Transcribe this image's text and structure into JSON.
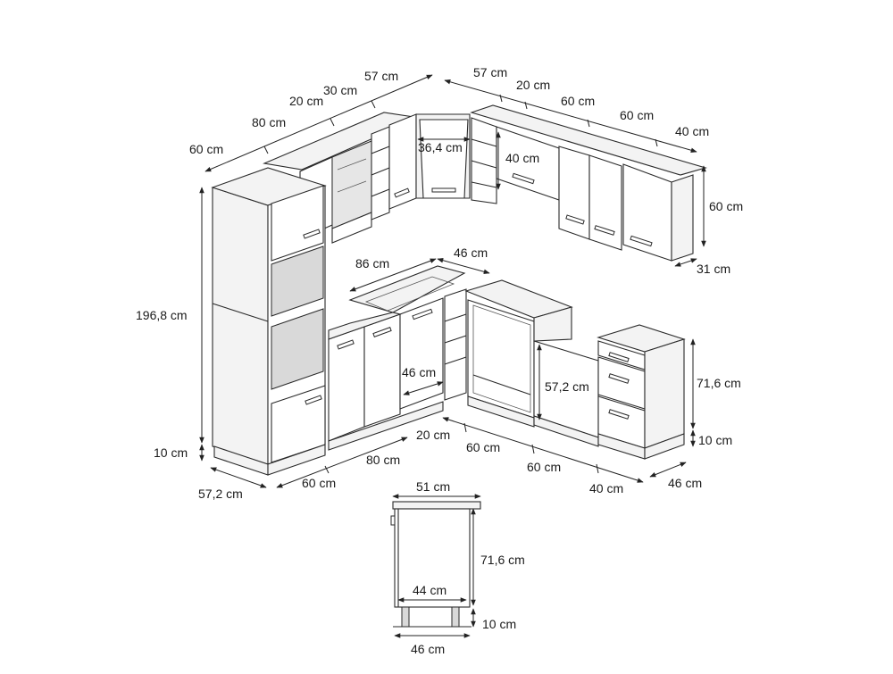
{
  "labels": {
    "upper_left_60": "60 cm",
    "upper_80": "80 cm",
    "upper_20": "20 cm",
    "upper_30": "30 cm",
    "upper_57_left": "57 cm",
    "upper_57_right": "57 cm",
    "upper_20_right": "20 cm",
    "upper_60_a": "60 cm",
    "upper_60_b": "60 cm",
    "upper_40": "40 cm",
    "upper_height_60": "60 cm",
    "upper_depth_31": "31 cm",
    "corner_inner_36_4": "36,4 cm",
    "wall_inner_40": "40 cm",
    "tall_height": "196,8 cm",
    "tall_plinth": "10 cm",
    "tall_depth": "57,2 cm",
    "base_60_left": "60 cm",
    "base_80": "80 cm",
    "base_86": "86 cm",
    "base_46_top": "46 cm",
    "base_46_inner": "46 cm",
    "base_20": "20 cm",
    "base_60_a": "60 cm",
    "base_60_b": "60 cm",
    "base_40": "40 cm",
    "base_depth_46": "46 cm",
    "base_inner_57_2": "57,2 cm",
    "base_height_71_6": "71,6 cm",
    "base_plinth_10": "10 cm",
    "section_width_51": "51 cm",
    "section_height_71_6": "71,6 cm",
    "section_inner_44": "44 cm",
    "section_plinth_10": "10 cm",
    "section_depth_46": "46 cm"
  }
}
